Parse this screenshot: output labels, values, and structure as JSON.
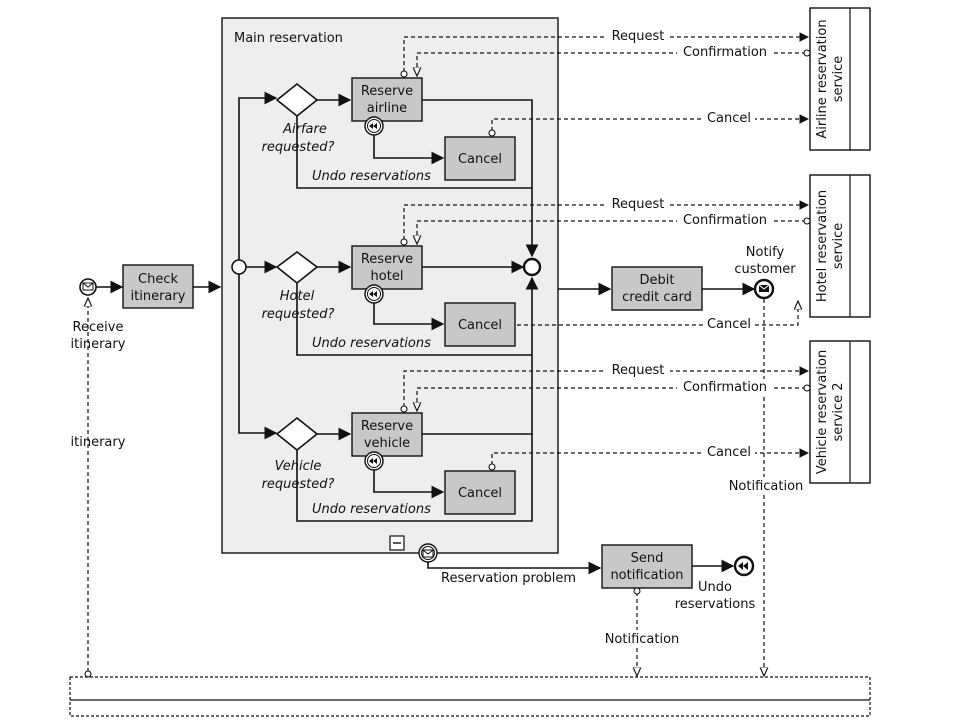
{
  "subprocess": {
    "title": "Main reservation",
    "collapse_marker": "−"
  },
  "tasks": {
    "check": [
      "Check",
      "itinerary"
    ],
    "reserve_airline": [
      "Reserve",
      "airline"
    ],
    "reserve_hotel": [
      "Reserve",
      "hotel"
    ],
    "reserve_vehicle": [
      "Reserve",
      "vehicle"
    ],
    "cancel": "Cancel",
    "debit": [
      "Debit",
      "credit card"
    ],
    "send": [
      "Send",
      "notification"
    ]
  },
  "gateways": {
    "airfare": [
      "Airfare",
      "requested?"
    ],
    "hotel": [
      "Hotel",
      "requested?"
    ],
    "vehicle": [
      "Vehicle",
      "requested?"
    ]
  },
  "labels": {
    "undo": "Undo reservations",
    "receive": [
      "Receive",
      "itinerary"
    ],
    "itinerary": "itinerary",
    "notify": [
      "Notify",
      "customer"
    ],
    "reservation_problem": "Reservation problem",
    "undo_end": [
      "Undo",
      "reservations"
    ],
    "notification": "Notification"
  },
  "messages": {
    "request": "Request",
    "confirmation": "Confirmation",
    "cancel": "Cancel"
  },
  "pools": {
    "airline": [
      "Airline reservation",
      "service"
    ],
    "hotel": [
      "Hotel reservation",
      "service"
    ],
    "vehicle": [
      "Vehicle reservation",
      "service 2"
    ]
  }
}
